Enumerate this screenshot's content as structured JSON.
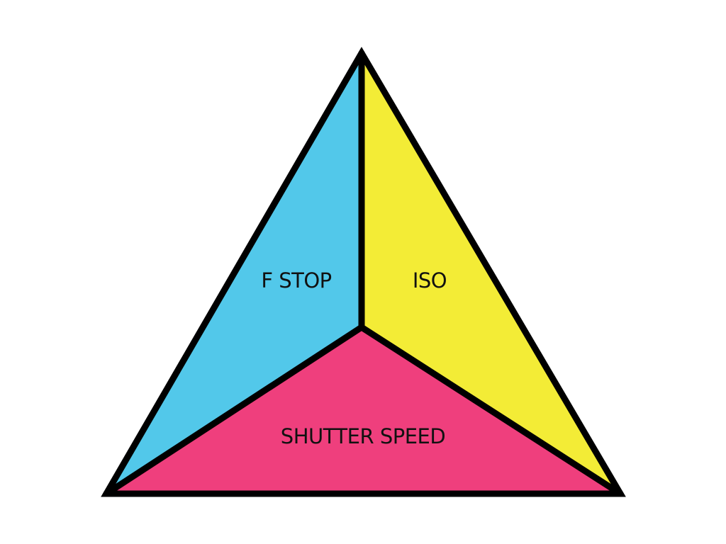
{
  "diagram": {
    "segments": {
      "aperture": {
        "label": "F STOP",
        "color": "#52c8ea"
      },
      "iso": {
        "label": "ISO",
        "color": "#f3ec36"
      },
      "shutter": {
        "label": "SHUTTER SPEED",
        "color": "#ef3f7d"
      }
    },
    "outline_color": "#000000"
  }
}
